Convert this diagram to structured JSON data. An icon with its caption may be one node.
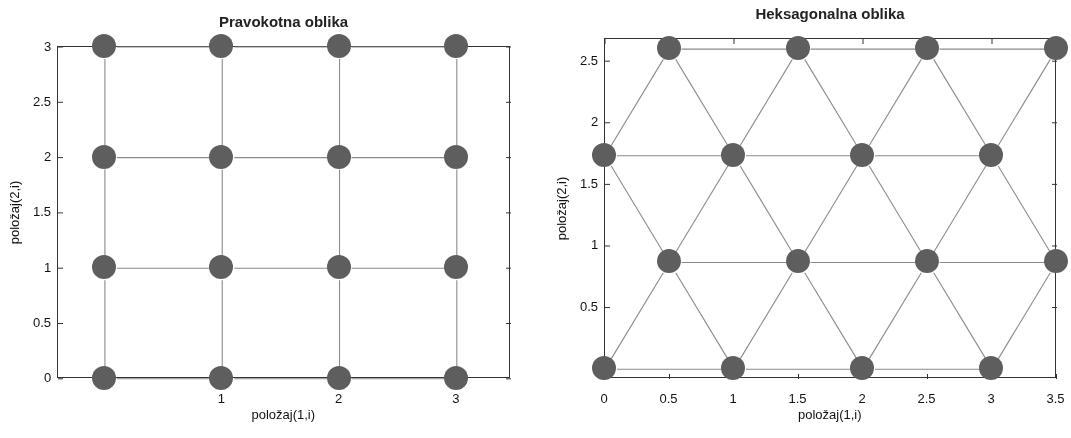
{
  "diagram": {
    "nodes": [
      {
        "text": [
          "Pravokotna oblika"
        ]
      },
      {
        "text": [],
        "shape": "circle",
        "in": 0
      },
      {
        "text": [],
        "shape": "circle",
        "in": 0
      },
      {
        "text": [],
        "shape": "circle",
        "in": 0
      },
      {
        "text": [],
        "shape": "circle",
        "in": 0
      },
      {
        "text": [],
        "shape": "circle",
        "in": 0
      },
      {
        "text": [],
        "shape": "circle",
        "in": 0
      },
      {
        "text": [],
        "shape": "circle",
        "in": 0
      },
      {
        "text": [],
        "shape": "circle",
        "in": 0
      },
      {
        "text": [],
        "shape": "circle",
        "in": 0
      },
      {
        "text": [],
        "shape": "circle",
        "in": 0
      },
      {
        "text": [],
        "shape": "circle",
        "in": 0
      },
      {
        "text": [],
        "shape": "circle",
        "in": 0
      },
      {
        "text": [],
        "shape": "circle",
        "in": 0
      },
      {
        "text": [],
        "shape": "circle",
        "in": 0
      },
      {
        "text": [],
        "shape": "circle",
        "in": 0
      },
      {
        "text": [],
        "shape": "circle",
        "in": 0
      },
      {
        "text": [
          "Heksagonalna oblika"
        ]
      },
      {
        "text": [],
        "shape": "circle",
        "in": 17
      },
      {
        "text": [],
        "shape": "circle",
        "in": 17
      },
      {
        "text": [],
        "shape": "circle",
        "in": 17
      },
      {
        "text": [],
        "shape": "circle",
        "in": 17
      },
      {
        "text": [],
        "shape": "circle",
        "in": 17
      },
      {
        "text": [],
        "shape": "circle",
        "in": 17
      },
      {
        "text": [],
        "shape": "circle",
        "in": 17
      },
      {
        "text": [],
        "shape": "circle",
        "in": 17
      },
      {
        "text": [],
        "shape": "circle",
        "in": 17
      },
      {
        "text": [],
        "shape": "circle",
        "in": 17
      },
      {
        "text": [],
        "shape": "circle",
        "in": 17
      },
      {
        "text": [],
        "shape": "circle",
        "in": 17
      },
      {
        "text": [],
        "shape": "circle",
        "in": 17
      },
      {
        "text": [],
        "shape": "circle",
        "in": 17
      },
      {
        "text": [],
        "shape": "circle",
        "in": 17
      },
      {
        "text": [],
        "shape": "circle",
        "in": 17
      }
    ],
    "edges": [
      {
        "from": 1,
        "to": 2,
        "arrow": "none"
      },
      {
        "from": 2,
        "to": 3,
        "arrow": "none"
      },
      {
        "from": 3,
        "to": 4,
        "arrow": "none"
      },
      {
        "from": 5,
        "to": 6,
        "arrow": "none"
      },
      {
        "from": 6,
        "to": 7,
        "arrow": "none"
      },
      {
        "from": 7,
        "to": 8,
        "arrow": "none"
      },
      {
        "from": 9,
        "to": 10,
        "arrow": "none"
      },
      {
        "from": 10,
        "to": 11,
        "arrow": "none"
      },
      {
        "from": 11,
        "to": 12,
        "arrow": "none"
      },
      {
        "from": 13,
        "to": 14,
        "arrow": "none"
      },
      {
        "from": 14,
        "to": 15,
        "arrow": "none"
      },
      {
        "from": 15,
        "to": 16,
        "arrow": "none"
      },
      {
        "from": 1,
        "to": 5,
        "arrow": "none"
      },
      {
        "from": 2,
        "to": 6,
        "arrow": "none"
      },
      {
        "from": 3,
        "to": 7,
        "arrow": "none"
      },
      {
        "from": 4,
        "to": 8,
        "arrow": "none"
      },
      {
        "from": 5,
        "to": 9,
        "arrow": "none"
      },
      {
        "from": 6,
        "to": 10,
        "arrow": "none"
      },
      {
        "from": 7,
        "to": 11,
        "arrow": "none"
      },
      {
        "from": 8,
        "to": 12,
        "arrow": "none"
      },
      {
        "from": 9,
        "to": 13,
        "arrow": "none"
      },
      {
        "from": 10,
        "to": 14,
        "arrow": "none"
      },
      {
        "from": 11,
        "to": 15,
        "arrow": "none"
      },
      {
        "from": 12,
        "to": 16,
        "arrow": "none"
      },
      {
        "from": 18,
        "to": 19,
        "arrow": "none"
      },
      {
        "from": 19,
        "to": 20,
        "arrow": "none"
      },
      {
        "from": 20,
        "to": 21,
        "arrow": "none"
      },
      {
        "from": 22,
        "to": 23,
        "arrow": "none"
      },
      {
        "from": 23,
        "to": 24,
        "arrow": "none"
      },
      {
        "from": 24,
        "to": 25,
        "arrow": "none"
      },
      {
        "from": 26,
        "to": 27,
        "arrow": "none"
      },
      {
        "from": 27,
        "to": 28,
        "arrow": "none"
      },
      {
        "from": 28,
        "to": 29,
        "arrow": "none"
      },
      {
        "from": 30,
        "to": 31,
        "arrow": "none"
      },
      {
        "from": 31,
        "to": 32,
        "arrow": "none"
      },
      {
        "from": 32,
        "to": 33,
        "arrow": "none"
      },
      {
        "from": 18,
        "to": 22,
        "arrow": "none"
      },
      {
        "from": 18,
        "to": 23,
        "arrow": "none"
      },
      {
        "from": 19,
        "to": 23,
        "arrow": "none"
      },
      {
        "from": 19,
        "to": 24,
        "arrow": "none"
      },
      {
        "from": 20,
        "to": 24,
        "arrow": "none"
      },
      {
        "from": 20,
        "to": 25,
        "arrow": "none"
      },
      {
        "from": 21,
        "to": 25,
        "arrow": "none"
      },
      {
        "from": 22,
        "to": 26,
        "arrow": "none"
      },
      {
        "from": 23,
        "to": 26,
        "arrow": "none"
      },
      {
        "from": 23,
        "to": 27,
        "arrow": "none"
      },
      {
        "from": 24,
        "to": 27,
        "arrow": "none"
      },
      {
        "from": 24,
        "to": 28,
        "arrow": "none"
      },
      {
        "from": 25,
        "to": 28,
        "arrow": "none"
      },
      {
        "from": 25,
        "to": 29,
        "arrow": "none"
      },
      {
        "from": 26,
        "to": 30,
        "arrow": "none"
      },
      {
        "from": 26,
        "to": 31,
        "arrow": "none"
      },
      {
        "from": 27,
        "to": 31,
        "arrow": "none"
      },
      {
        "from": 27,
        "to": 32,
        "arrow": "none"
      },
      {
        "from": 28,
        "to": 32,
        "arrow": "none"
      },
      {
        "from": 28,
        "to": 33,
        "arrow": "none"
      },
      {
        "from": 29,
        "to": 33,
        "arrow": "none"
      }
    ],
    "labels": [
      "3",
      "2.5",
      "2",
      "1.5",
      "1",
      "0.5",
      "0",
      "položaj(2,i)",
      "1",
      "2",
      "3",
      "položaj(1,i)",
      "2.5",
      "2",
      "1.5",
      "1",
      "0.5",
      "položaj(2,i)",
      "0",
      "0.5",
      "1",
      "1.5",
      "2",
      "2.5",
      "3",
      "3.5",
      "položaj(1,i)"
    ]
  }
}
